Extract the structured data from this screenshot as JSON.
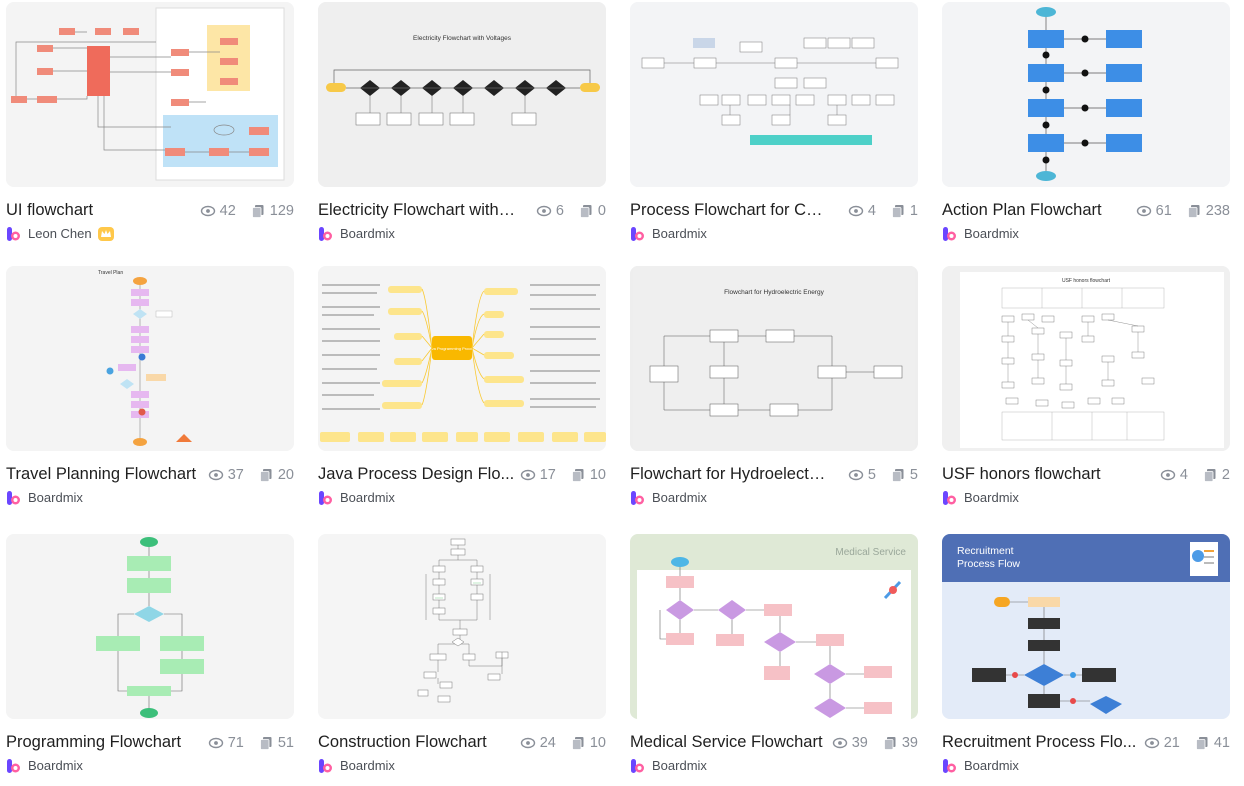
{
  "cards": [
    {
      "title": "UI flowchart",
      "views": "42",
      "copies": "129",
      "author": "Leon Chen",
      "badge": "crown-icon"
    },
    {
      "title": "Electricity Flowchart with V...",
      "views": "6",
      "copies": "0",
      "author": "Boardmix",
      "thumb_text": "Electricity Flowchart with Voltages"
    },
    {
      "title": "Process Flowchart for Cast...",
      "views": "4",
      "copies": "1",
      "author": "Boardmix"
    },
    {
      "title": "Action Plan Flowchart",
      "views": "61",
      "copies": "238",
      "author": "Boardmix"
    },
    {
      "title": "Travel Planning Flowchart",
      "views": "37",
      "copies": "20",
      "author": "Boardmix",
      "thumb_text": "Travel Plan"
    },
    {
      "title": "Java Process Design Flo...",
      "views": "17",
      "copies": "10",
      "author": "Boardmix",
      "thumb_text": "Java Programming Process"
    },
    {
      "title": "Flowchart for Hydroelectri...",
      "views": "5",
      "copies": "5",
      "author": "Boardmix",
      "thumb_text": "Flowchart for Hydroelectric Energy"
    },
    {
      "title": "USF honors flowchart",
      "views": "4",
      "copies": "2",
      "author": "Boardmix",
      "thumb_text": "USF honors flowchart"
    },
    {
      "title": "Programming Flowchart",
      "views": "71",
      "copies": "51",
      "author": "Boardmix"
    },
    {
      "title": "Construction Flowchart",
      "views": "24",
      "copies": "10",
      "author": "Boardmix"
    },
    {
      "title": "Medical Service Flowchart",
      "views": "39",
      "copies": "39",
      "author": "Boardmix",
      "thumb_text": "Medical Service"
    },
    {
      "title": "Recruitment Process Flo...",
      "views": "21",
      "copies": "41",
      "author": "Boardmix",
      "thumb_text": "Recruitment Process Flow"
    }
  ],
  "colors": {
    "brand_logo": "#6b46ff",
    "brand_logo_accent": "#ff5fa2",
    "meta": "#8a8f98",
    "card_bg": "#f3f4f6"
  },
  "icons": {
    "views": "eye-icon",
    "copies": "copy-icon",
    "author_logo": "boardmix-logo-icon"
  }
}
